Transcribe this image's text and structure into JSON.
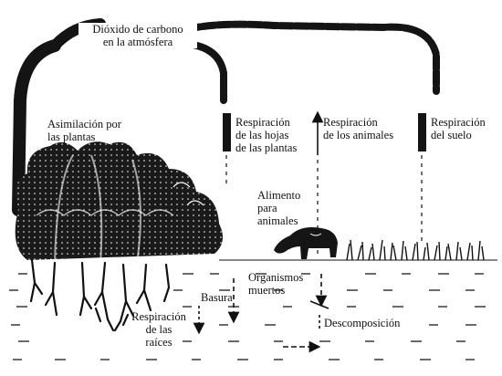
{
  "diagram": {
    "title": "Dióxido de carbono\nen la atmósfera",
    "labels": {
      "assimilation": "Asimilación por\nlas plantas",
      "leaf_respiration": "Respiración\nde las hojas\nde las plantas",
      "animal_respiration": "Respiración\nde los animales",
      "soil_respiration": "Respiración\ndel suelo",
      "animal_food": "Alimento\npara\nanimales",
      "dead_organisms": "Organismos\nmuertos",
      "litter": "Basura",
      "root_respiration": "Respiración\nde las\nraíces",
      "decomposition": "Descomposición"
    },
    "colors": {
      "ink": "#111111",
      "paper": "#ffffff"
    },
    "icons": [
      "tree-icon",
      "cow-icon",
      "roots-icon",
      "grass-icon"
    ]
  }
}
